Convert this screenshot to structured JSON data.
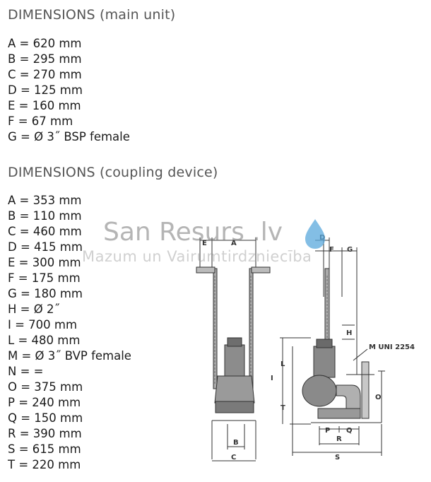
{
  "main_unit": {
    "title": "DIMENSIONS (main unit)",
    "lines": [
      "A = 620 mm",
      "B = 295 mm",
      "C = 270 mm",
      "D = 125 mm",
      "E = 160 mm",
      "F = 67 mm",
      "G = Ø 3˝ BSP female"
    ]
  },
  "coupling_device": {
    "title": "DIMENSIONS (coupling device)",
    "lines": [
      "A = 353 mm",
      "B = 110 mm",
      "C = 460 mm",
      "D = 415 mm",
      "E = 300 mm",
      "F = 175 mm",
      "G = 180 mm",
      "H = Ø 2˝",
      "I = 700 mm",
      "L = 480 mm",
      "M = Ø 3˝ BVP female",
      "N = =",
      "O = 375 mm",
      "P = 240 mm",
      "Q = 150 mm",
      "R = 390 mm",
      "S = 615 mm",
      "T = 220 mm"
    ]
  },
  "watermark": {
    "brand": "San Resurs .lv",
    "tagline": "Mazum un Vairumtirdzniecība",
    "drop_color": "#5aa8dc"
  },
  "diagram": {
    "labels": {
      "e": "E",
      "a": "A",
      "d": "D",
      "f": "F",
      "g": "G",
      "h": "H",
      "l": "L",
      "i": "I",
      "t": "T",
      "o": "O",
      "b": "B",
      "c": "C",
      "p": "P",
      "q": "Q",
      "r": "R",
      "s": "S",
      "m": "M UNI 2254"
    }
  }
}
